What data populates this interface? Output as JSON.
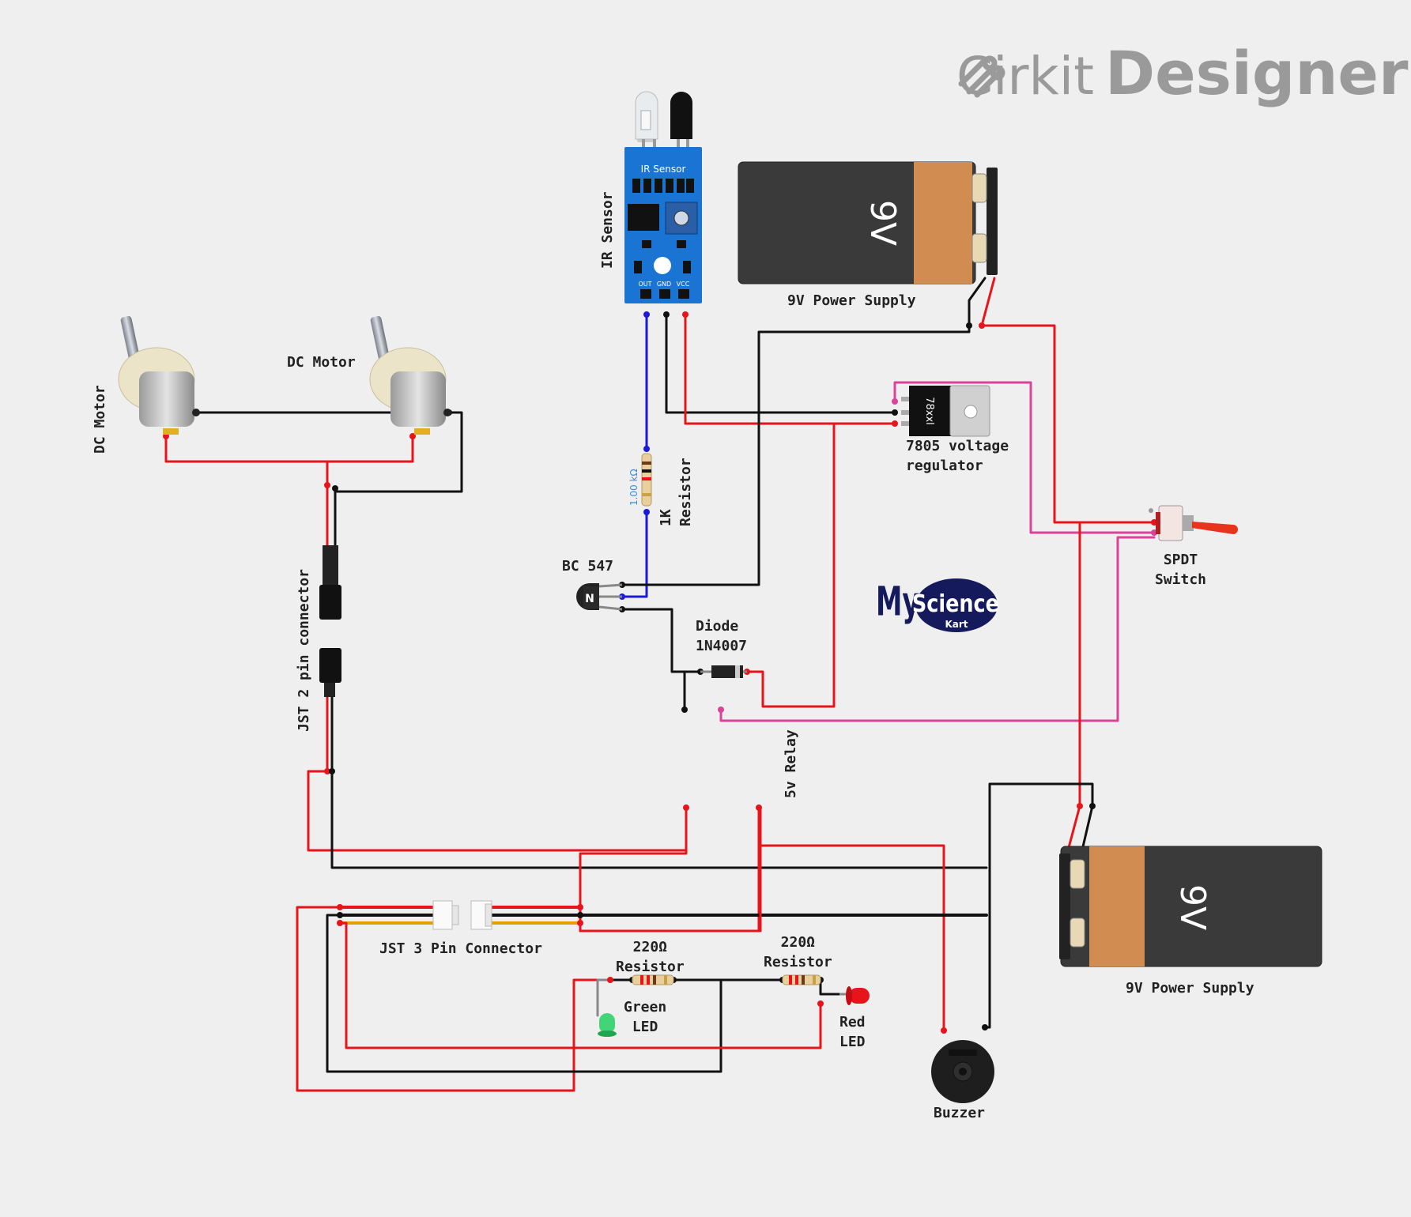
{
  "brand": {
    "name_light": "Cirkit",
    "name_bold": "Designer"
  },
  "logo": {
    "my": "My",
    "science": "Science",
    "kart": "Kart"
  },
  "components": {
    "ir_sensor": {
      "label": "IR Sensor",
      "board_text": "IR Sensor",
      "pins": [
        "OUT",
        "GND",
        "VCC"
      ]
    },
    "battery_top": {
      "label": "9V Power Supply",
      "marking": "9V"
    },
    "battery_bottom": {
      "label": "9V Power Supply",
      "marking": "9V"
    },
    "regulator": {
      "label": "7805 voltage\nregulator",
      "marking": "78xxl"
    },
    "dc_motor_left": {
      "label": "DC Motor"
    },
    "dc_motor_right": {
      "label": "DC Motor"
    },
    "resistor_1k": {
      "label": "1K\nResistor",
      "value": "1.00 kΩ"
    },
    "transistor": {
      "label": "BC 547",
      "marking": "N"
    },
    "diode": {
      "label": "Diode\n1N4007"
    },
    "relay": {
      "label": "5v Relay"
    },
    "spdt_switch": {
      "label": "SPDT\nSwitch"
    },
    "jst2": {
      "label": "JST 2 pin connector"
    },
    "jst3": {
      "label": "JST 3 Pin Connector"
    },
    "resistor_green": {
      "label": "220Ω\nResistor"
    },
    "resistor_red": {
      "label": "220Ω\nResistor"
    },
    "green_led": {
      "label": "Green\nLED"
    },
    "red_led": {
      "label": "Red\nLED"
    },
    "buzzer": {
      "label": "Buzzer"
    }
  },
  "colors": {
    "background": "#efefef",
    "wire_red": "#e8141c",
    "wire_black": "#111111",
    "wire_blue": "#1a1ad8",
    "wire_pink": "#d9439a",
    "wire_yellow": "#e0a100",
    "ir_board": "#1a74d4",
    "battery_body": "#3a3a3a",
    "battery_cap": "#d18c52"
  }
}
